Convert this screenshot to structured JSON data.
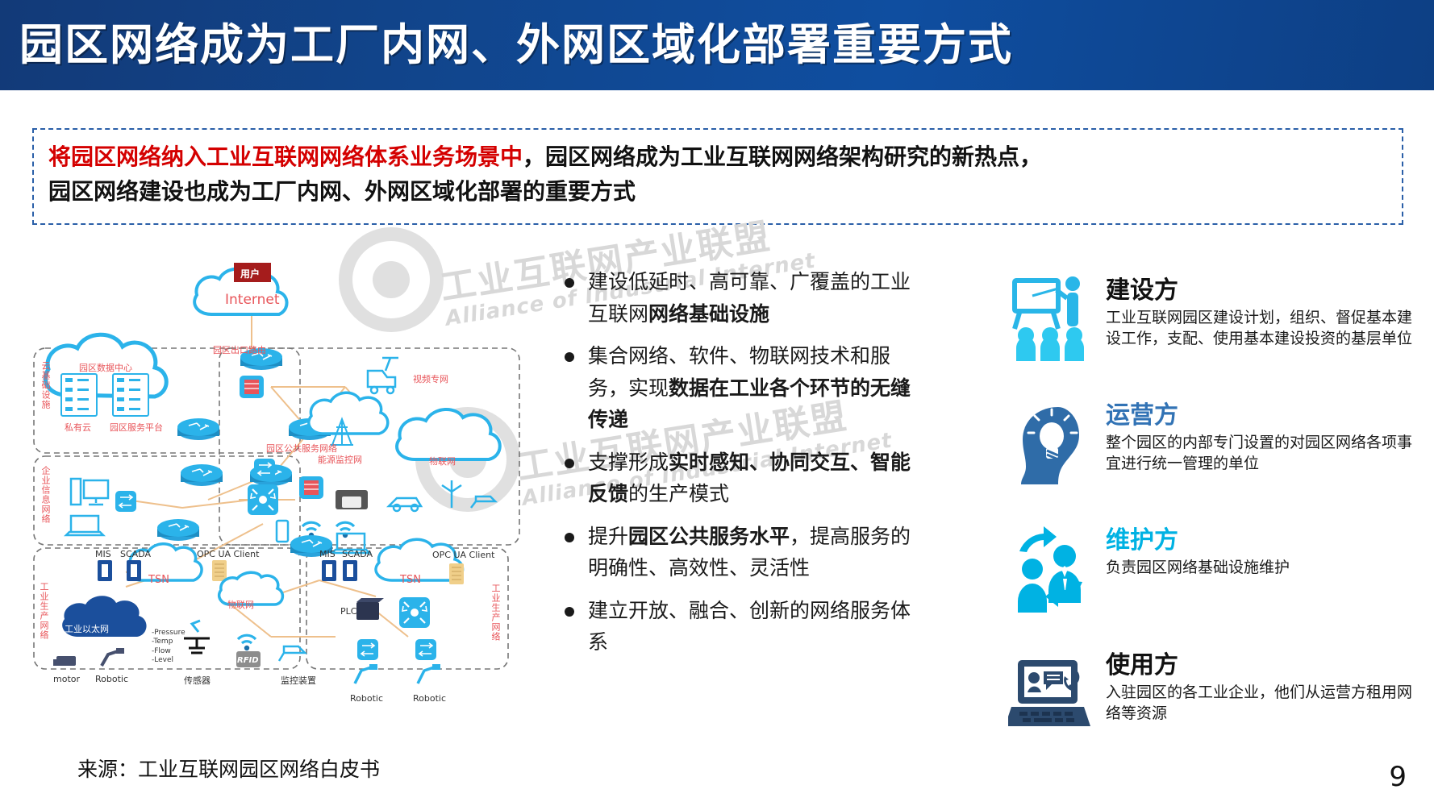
{
  "slide": {
    "title": "园区网络成为工厂内网、外网区域化部署重要方式",
    "page_number": "9",
    "accent_blue": "#11458c",
    "highlight_red": "#d40000"
  },
  "callout": {
    "line1_red": "将园区网络纳入工业互联网网络体系业务场景中",
    "line1_rest": "，园区网络成为工业互联网网络架构研究的新热点，",
    "line2": "园区网络建设也成为工厂内网、外网区域化部署的重要方式"
  },
  "watermark": {
    "line1": "工业互联网产业联盟",
    "line2": "Alliance of Industrial Internet"
  },
  "bullets": [
    {
      "parts": [
        {
          "text": "建设低延时、高可靠、广覆盖的工业互联网",
          "bold": false
        },
        {
          "text": "网络基础设施",
          "bold": true
        }
      ]
    },
    {
      "parts": [
        {
          "text": "集合网络、软件、物联网技术和服务，实现",
          "bold": false
        },
        {
          "text": "数据在工业各个环节的无缝传递",
          "bold": true
        }
      ]
    },
    {
      "parts": [
        {
          "text": "支撑形成",
          "bold": false
        },
        {
          "text": "实时感知、协同交互、智能反馈",
          "bold": true
        },
        {
          "text": "的生产模式",
          "bold": false
        }
      ]
    },
    {
      "parts": [
        {
          "text": "提升",
          "bold": false
        },
        {
          "text": "园区公共服务水平",
          "bold": true
        },
        {
          "text": "，提高服务的明确性、高效性、灵活性",
          "bold": false
        }
      ]
    },
    {
      "parts": [
        {
          "text": "建立开放、融合、创新的网络服务体系",
          "bold": false
        }
      ]
    }
  ],
  "roles": [
    {
      "icon": "whiteboard-presenter-icon",
      "title": "建设方",
      "title_color": "#111111",
      "desc": "工业互联网园区建设计划，组织、督促基本建设工作，支配、使用基本建设投资的基层单位"
    },
    {
      "icon": "head-lightbulb-icon",
      "title": "运营方",
      "title_color": "#3273b5",
      "desc": "整个园区的内部专门设置的对园区网络各项事宜进行统一管理的单位"
    },
    {
      "icon": "recycle-people-icon",
      "title": "维护方",
      "title_color": "#00b2e3",
      "desc": "负责园区网络基础设施维护"
    },
    {
      "icon": "laptop-support-icon",
      "title": "使用方",
      "title_color": "#111111",
      "desc": "入驻园区的各工业企业，他们从运营方租用网络等资源"
    }
  ],
  "diagram": {
    "source": "来源：工业互联网园区网络白皮书",
    "labels": {
      "user": "用户",
      "internet": "Internet",
      "park_exit_route": "园区出口路由",
      "cloud_infra": "云基础设施",
      "park_data_center": "园区数据中心",
      "private_cloud": "私有云",
      "park_service_platform": "园区服务平台",
      "park_public_service_net": "园区公共服务网络",
      "video_private_net": "视频专网",
      "energy_monitor_net": "能源监控网",
      "iot_net": "物联网",
      "enterprise_info_net": "企业信息网络",
      "industrial_production_net": "工业生产网络",
      "mis": "MIS",
      "scada": "SCADA",
      "tsn": "TSN",
      "opc_ua_client": "OPC UA Client",
      "plc": "PLC",
      "industrial_ethernet": "工业以太网",
      "motor": "motor",
      "robotic": "Robotic",
      "sensor": "传感器",
      "rfid": "RFID",
      "monitor_device": "监控装置",
      "tv": "TV",
      "sensor_params": "-Pressure\n-Temp\n-Flow\n-Level"
    }
  }
}
